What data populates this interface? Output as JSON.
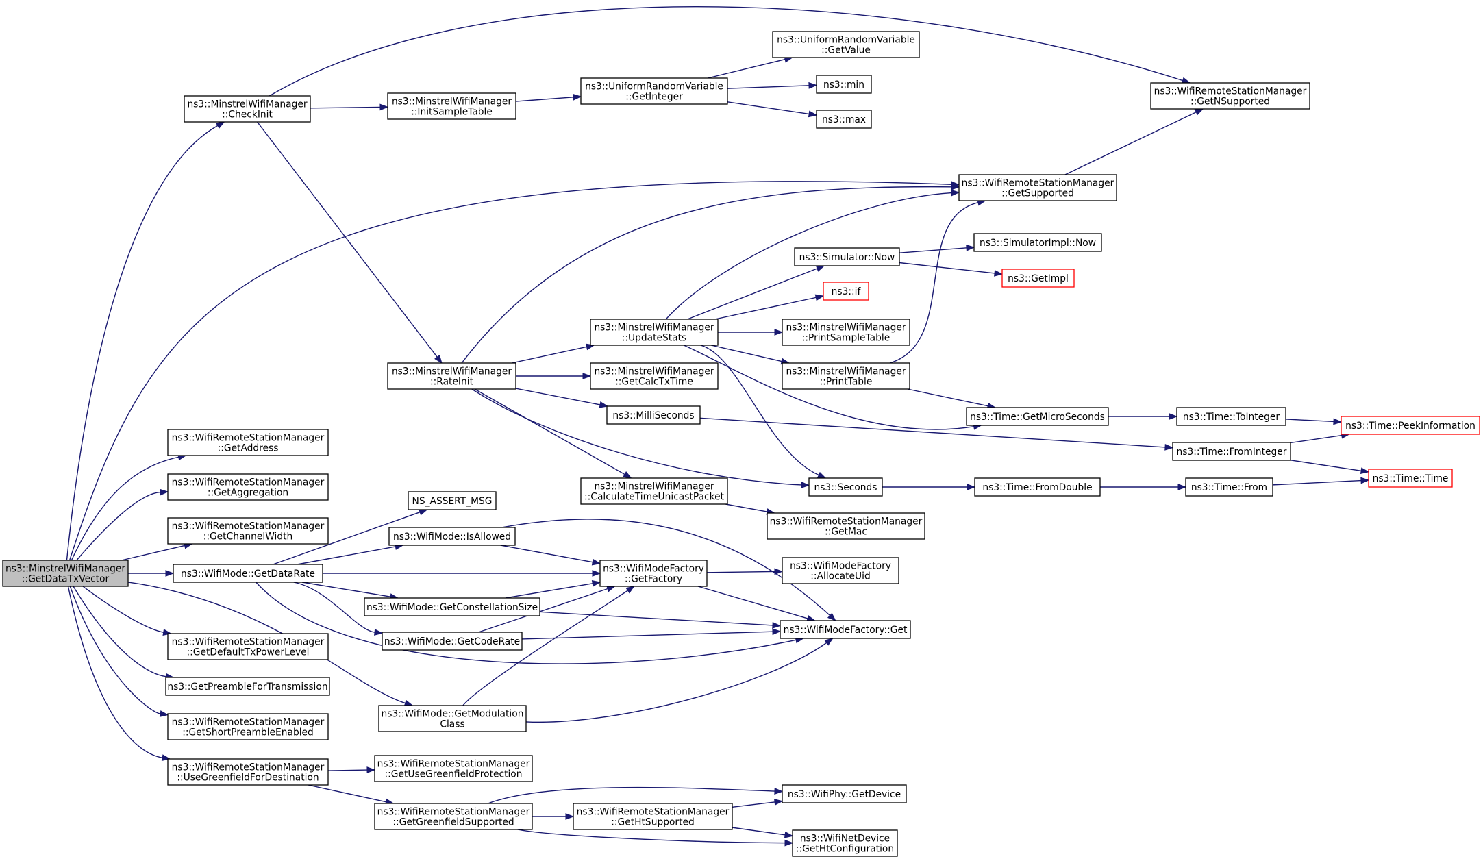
{
  "nodes": [
    {
      "id": "n0",
      "lines": [
        "ns3::MinstrelWifiManager",
        "::GetDataTxVector"
      ],
      "root": true
    },
    {
      "id": "n1",
      "lines": [
        "ns3::MinstrelWifiManager",
        "::CheckInit"
      ]
    },
    {
      "id": "n2",
      "lines": [
        "ns3::MinstrelWifiManager",
        "::InitSampleTable"
      ]
    },
    {
      "id": "n3",
      "lines": [
        "ns3::UniformRandomVariable",
        "::GetInteger"
      ]
    },
    {
      "id": "n4",
      "lines": [
        "ns3::UniformRandomVariable",
        "::GetValue"
      ]
    },
    {
      "id": "n5",
      "lines": [
        "ns3::min"
      ]
    },
    {
      "id": "n6",
      "lines": [
        "ns3::max"
      ]
    },
    {
      "id": "n7",
      "lines": [
        "ns3::WifiRemoteStationManager",
        "::GetNSupported"
      ]
    },
    {
      "id": "n8",
      "lines": [
        "ns3::WifiRemoteStationManager",
        "::GetSupported"
      ]
    },
    {
      "id": "n9",
      "lines": [
        "ns3::MinstrelWifiManager",
        "::RateInit"
      ]
    },
    {
      "id": "n10",
      "lines": [
        "ns3::MinstrelWifiManager",
        "::UpdateStats"
      ]
    },
    {
      "id": "n11",
      "lines": [
        "ns3::Simulator::Now"
      ]
    },
    {
      "id": "n12",
      "lines": [
        "ns3::SimulatorImpl::Now"
      ]
    },
    {
      "id": "n13",
      "lines": [
        "ns3::GetImpl"
      ],
      "missing": true
    },
    {
      "id": "n14",
      "lines": [
        "ns3::if"
      ],
      "missing": true
    },
    {
      "id": "n15",
      "lines": [
        "ns3::MinstrelWifiManager",
        "::PrintSampleTable"
      ]
    },
    {
      "id": "n16",
      "lines": [
        "ns3::MinstrelWifiManager",
        "::PrintTable"
      ]
    },
    {
      "id": "n17",
      "lines": [
        "ns3::MinstrelWifiManager",
        "::GetCalcTxTime"
      ]
    },
    {
      "id": "n18",
      "lines": [
        "ns3::MilliSeconds"
      ]
    },
    {
      "id": "n19",
      "lines": [
        "ns3::Time::GetMicroSeconds"
      ]
    },
    {
      "id": "n20",
      "lines": [
        "ns3::Time::ToInteger"
      ]
    },
    {
      "id": "n21",
      "lines": [
        "ns3::Time::PeekInformation"
      ],
      "missing": true
    },
    {
      "id": "n22",
      "lines": [
        "ns3::Time::FromInteger"
      ]
    },
    {
      "id": "n23",
      "lines": [
        "ns3::Time::Time"
      ],
      "missing": true
    },
    {
      "id": "n24",
      "lines": [
        "ns3::Seconds"
      ]
    },
    {
      "id": "n25",
      "lines": [
        "ns3::Time::FromDouble"
      ]
    },
    {
      "id": "n26",
      "lines": [
        "ns3::Time::From"
      ]
    },
    {
      "id": "n27",
      "lines": [
        "ns3::MinstrelWifiManager",
        "::CalculateTimeUnicastPacket"
      ]
    },
    {
      "id": "n28",
      "lines": [
        "ns3::WifiRemoteStationManager",
        "::GetMac"
      ]
    },
    {
      "id": "n29",
      "lines": [
        "ns3::WifiRemoteStationManager",
        "::GetAddress"
      ]
    },
    {
      "id": "n30",
      "lines": [
        "ns3::WifiRemoteStationManager",
        "::GetAggregation"
      ]
    },
    {
      "id": "n31",
      "lines": [
        "ns3::WifiRemoteStationManager",
        "::GetChannelWidth"
      ]
    },
    {
      "id": "n32",
      "lines": [
        "NS_ASSERT_MSG"
      ]
    },
    {
      "id": "n33",
      "lines": [
        "ns3::WifiMode::IsAllowed"
      ]
    },
    {
      "id": "n34",
      "lines": [
        "ns3::WifiMode::GetDataRate"
      ]
    },
    {
      "id": "n35",
      "lines": [
        "ns3::WifiModeFactory",
        "::GetFactory"
      ]
    },
    {
      "id": "n36",
      "lines": [
        "ns3::WifiModeFactory",
        "::AllocateUid"
      ]
    },
    {
      "id": "n37",
      "lines": [
        "ns3::WifiMode::GetConstellationSize"
      ]
    },
    {
      "id": "n38",
      "lines": [
        "ns3::WifiModeFactory::Get"
      ]
    },
    {
      "id": "n39",
      "lines": [
        "ns3::WifiMode::GetCodeRate"
      ]
    },
    {
      "id": "n40",
      "lines": [
        "ns3::WifiRemoteStationManager",
        "::GetDefaultTxPowerLevel"
      ]
    },
    {
      "id": "n41",
      "lines": [
        "ns3::GetPreambleForTransmission"
      ]
    },
    {
      "id": "n42",
      "lines": [
        "ns3::WifiMode::GetModulation",
        "Class"
      ]
    },
    {
      "id": "n43",
      "lines": [
        "ns3::WifiRemoteStationManager",
        "::GetShortPreambleEnabled"
      ]
    },
    {
      "id": "n44",
      "lines": [
        "ns3::WifiRemoteStationManager",
        "::UseGreenfieldForDestination"
      ]
    },
    {
      "id": "n45",
      "lines": [
        "ns3::WifiRemoteStationManager",
        "::GetUseGreenfieldProtection"
      ]
    },
    {
      "id": "n46",
      "lines": [
        "ns3::WifiRemoteStationManager",
        "::GetGreenfieldSupported"
      ]
    },
    {
      "id": "n47",
      "lines": [
        "ns3::WifiRemoteStationManager",
        "::GetHtSupported"
      ]
    },
    {
      "id": "n48",
      "lines": [
        "ns3::WifiPhy::GetDevice"
      ]
    },
    {
      "id": "n49",
      "lines": [
        "ns3::WifiNetDevice",
        "::GetHtConfiguration"
      ]
    }
  ],
  "edges": [
    [
      "n0",
      "n1"
    ],
    [
      "n0",
      "n8"
    ],
    [
      "n0",
      "n29"
    ],
    [
      "n0",
      "n30"
    ],
    [
      "n0",
      "n31"
    ],
    [
      "n0",
      "n34"
    ],
    [
      "n0",
      "n40"
    ],
    [
      "n0",
      "n41"
    ],
    [
      "n0",
      "n42"
    ],
    [
      "n0",
      "n43"
    ],
    [
      "n0",
      "n44"
    ],
    [
      "n1",
      "n2"
    ],
    [
      "n1",
      "n7"
    ],
    [
      "n1",
      "n9"
    ],
    [
      "n2",
      "n3"
    ],
    [
      "n3",
      "n4"
    ],
    [
      "n3",
      "n5"
    ],
    [
      "n3",
      "n6"
    ],
    [
      "n8",
      "n7"
    ],
    [
      "n9",
      "n8"
    ],
    [
      "n9",
      "n10"
    ],
    [
      "n9",
      "n17"
    ],
    [
      "n9",
      "n18"
    ],
    [
      "n9",
      "n24"
    ],
    [
      "n9",
      "n27"
    ],
    [
      "n10",
      "n8"
    ],
    [
      "n10",
      "n11"
    ],
    [
      "n10",
      "n14"
    ],
    [
      "n10",
      "n15"
    ],
    [
      "n10",
      "n16"
    ],
    [
      "n10",
      "n19"
    ],
    [
      "n10",
      "n24"
    ],
    [
      "n11",
      "n12"
    ],
    [
      "n11",
      "n13"
    ],
    [
      "n16",
      "n8"
    ],
    [
      "n16",
      "n19"
    ],
    [
      "n18",
      "n22"
    ],
    [
      "n19",
      "n20"
    ],
    [
      "n20",
      "n21"
    ],
    [
      "n22",
      "n21"
    ],
    [
      "n22",
      "n23"
    ],
    [
      "n24",
      "n25"
    ],
    [
      "n25",
      "n26"
    ],
    [
      "n26",
      "n23"
    ],
    [
      "n27",
      "n28"
    ],
    [
      "n33",
      "n35"
    ],
    [
      "n33",
      "n38"
    ],
    [
      "n34",
      "n32"
    ],
    [
      "n34",
      "n33"
    ],
    [
      "n34",
      "n35"
    ],
    [
      "n34",
      "n37"
    ],
    [
      "n34",
      "n39"
    ],
    [
      "n34",
      "n38"
    ],
    [
      "n35",
      "n36"
    ],
    [
      "n35",
      "n38"
    ],
    [
      "n37",
      "n35"
    ],
    [
      "n37",
      "n38"
    ],
    [
      "n39",
      "n35"
    ],
    [
      "n39",
      "n38"
    ],
    [
      "n42",
      "n35"
    ],
    [
      "n42",
      "n38"
    ],
    [
      "n44",
      "n45"
    ],
    [
      "n44",
      "n46"
    ],
    [
      "n46",
      "n47"
    ],
    [
      "n46",
      "n48"
    ],
    [
      "n46",
      "n49"
    ],
    [
      "n47",
      "n48"
    ],
    [
      "n47",
      "n49"
    ]
  ]
}
